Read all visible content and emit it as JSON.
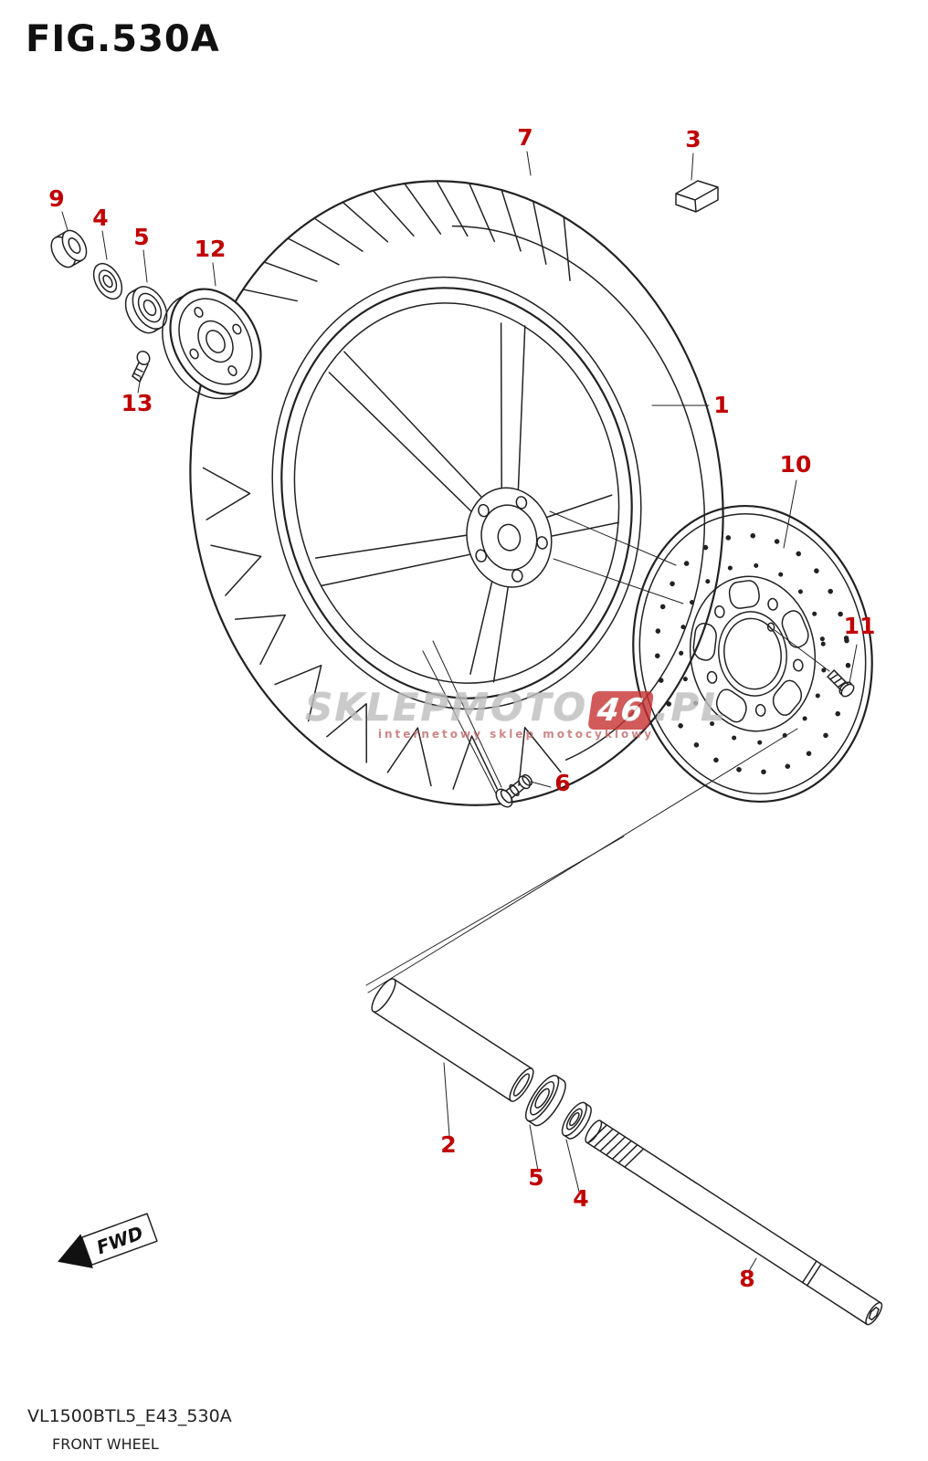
{
  "page": {
    "title": "FIG.530A",
    "footer_code": "VL1500BTL5_E43_530A",
    "footer_name": "FRONT WHEEL"
  },
  "diagram": {
    "fwd_label": "FWD",
    "subject": "front-wheel-exploded-view"
  },
  "watermark": {
    "part1": "SKLEP",
    "part2": "MOTO",
    "badge": "46",
    "part3": ".PL",
    "tagline": "internetowy sklep motocyklowy"
  },
  "colors": {
    "callout": "#c00000",
    "line": "#222222",
    "watermark_gray": "#bdbdbd",
    "watermark_red": "#c83232"
  },
  "callouts": [
    {
      "id": "9"
    },
    {
      "id": "4"
    },
    {
      "id": "5"
    },
    {
      "id": "12"
    },
    {
      "id": "13"
    },
    {
      "id": "7"
    },
    {
      "id": "3"
    },
    {
      "id": "1"
    },
    {
      "id": "10"
    },
    {
      "id": "11"
    },
    {
      "id": "6"
    },
    {
      "id": "2"
    },
    {
      "id": "5"
    },
    {
      "id": "4"
    },
    {
      "id": "8"
    }
  ]
}
